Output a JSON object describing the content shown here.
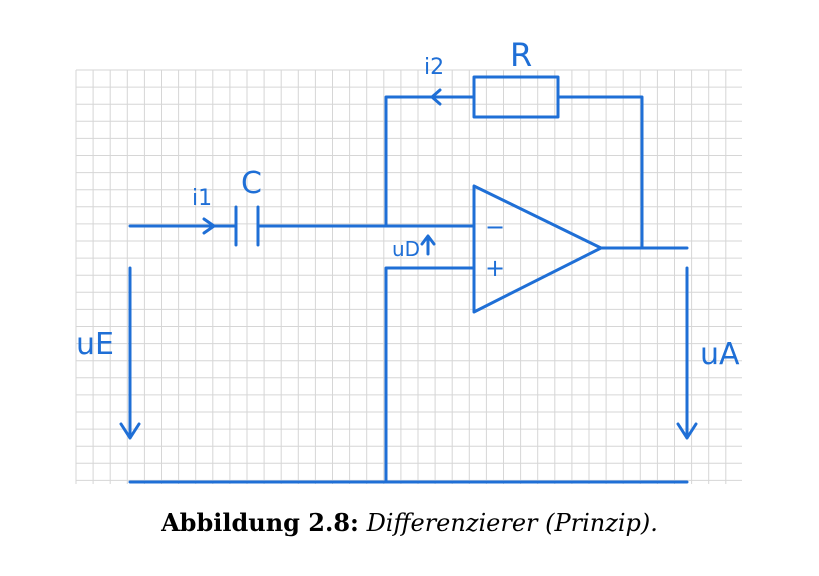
{
  "labels": {
    "capacitor": "C",
    "resistor": "R",
    "current_in": "i1",
    "current_feedback": "i2",
    "input_voltage": "uE",
    "output_voltage": "uA",
    "diff_voltage": "uD",
    "minus": "−",
    "plus": "+"
  },
  "caption": {
    "label": "Abbildung 2.8:",
    "text": "Differenzierer (Prinzip)."
  },
  "colors": {
    "ink": "#1f6fd6",
    "grid": "#d6d6d6"
  }
}
